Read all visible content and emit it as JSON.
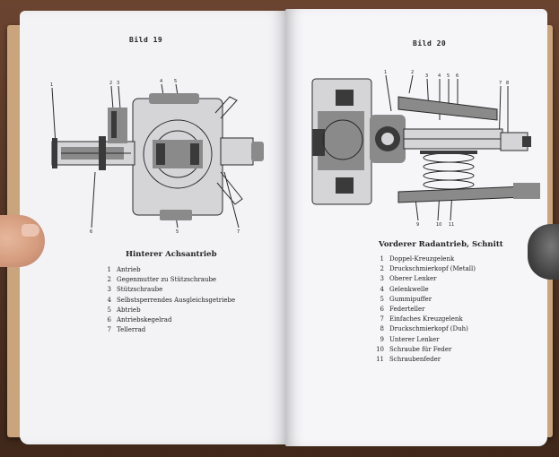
{
  "book": {
    "left_page": {
      "figure_title": "Bild 19",
      "caption": "Hinterer Achsantrieb",
      "legend": [
        {
          "num": "1",
          "text": "Antrieb"
        },
        {
          "num": "2",
          "text": "Gegenmutter zu Stützschraube"
        },
        {
          "num": "3",
          "text": "Stützschraube"
        },
        {
          "num": "4",
          "text": "Selbstsperrendes Ausgleichsgetriebe"
        },
        {
          "num": "5",
          "text": "Abtrieb"
        },
        {
          "num": "6",
          "text": "Antriebskegelrad"
        },
        {
          "num": "7",
          "text": "Tellerrad"
        }
      ],
      "callouts": [
        "1",
        "2",
        "3",
        "4",
        "5",
        "6",
        "5",
        "7"
      ]
    },
    "right_page": {
      "figure_title": "Bild 20",
      "caption": "Vorderer Radantrieb, Schnitt",
      "legend": [
        {
          "num": "1",
          "text": "Doppel-Kreuzgelenk"
        },
        {
          "num": "2",
          "text": "Druckschmierkopf (Metall)"
        },
        {
          "num": "3",
          "text": "Oberer Lenker"
        },
        {
          "num": "4",
          "text": "Gelenkwelle"
        },
        {
          "num": "5",
          "text": "Gummipuffer"
        },
        {
          "num": "6",
          "text": "Federteller"
        },
        {
          "num": "7",
          "text": "Einfaches Kreuzgelenk"
        },
        {
          "num": "8",
          "text": "Druckschmierkopf (Duh)"
        },
        {
          "num": "9",
          "text": "Unterer Lenker"
        },
        {
          "num": "10",
          "text": "Schraube für Feder"
        },
        {
          "num": "11",
          "text": "Schraubenfeder"
        }
      ],
      "callouts": [
        "1",
        "2",
        "3",
        "4",
        "5",
        "6",
        "7",
        "8",
        "9",
        "10",
        "11"
      ]
    }
  },
  "colors": {
    "paper": "#f3f3f6",
    "ink": "#222222",
    "cover": "#c9a47c",
    "table": "#5a3a28"
  }
}
